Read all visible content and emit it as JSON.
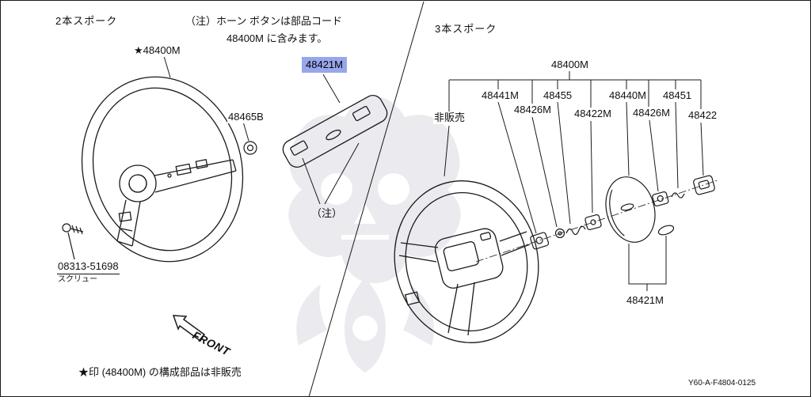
{
  "colors": {
    "highlight": "#98a6ec",
    "line": "#1a1a1a",
    "watermark": "#e4e4ea",
    "page_bg": "#ffffff"
  },
  "header": {
    "left_title": "2本スポーク",
    "right_title": "3本スポーク",
    "note_line1": "（注）ホーン ボタンは部品コード",
    "note_line2": "48400M に含みます。"
  },
  "left_section": {
    "wheel_part": "★48400M",
    "nut_part": "48465B",
    "horn_pad_part": "48421M",
    "note_ref": "（注）",
    "screw_part": "08313-51698",
    "screw_name": "スクリュー",
    "front_label": "FRONT",
    "footnote": "★印 (48400M) の構成部品は非販売"
  },
  "right_section": {
    "assembly_part": "48400M",
    "not_sold": "非販売",
    "part_48441M": "48441M",
    "part_48455": "48455",
    "part_48440M": "48440M",
    "part_48451": "48451",
    "part_48426M_a": "48426M",
    "part_48422M": "48422M",
    "part_48426M_b": "48426M",
    "part_48422": "48422",
    "horn_pad_part": "48421M"
  },
  "footer": {
    "drawing_code": "Y60-A-F4804-0125"
  }
}
